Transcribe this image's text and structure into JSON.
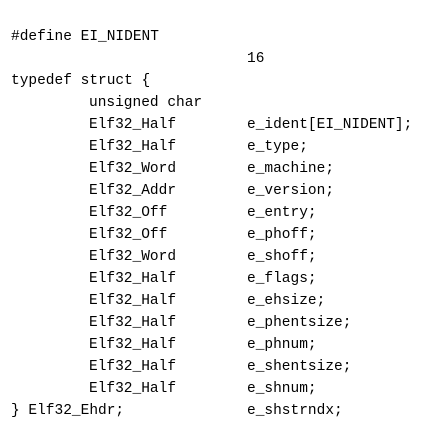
{
  "define_line": {
    "directive": "#define EI_NIDENT",
    "value": "16"
  },
  "struct_open": "typedef struct {",
  "fields": [
    {
      "type": "unsigned char",
      "name": "e_ident[EI_NIDENT];"
    },
    {
      "type": "Elf32_Half",
      "name": "e_type;"
    },
    {
      "type": "Elf32_Half",
      "name": "e_machine;"
    },
    {
      "type": "Elf32_Word",
      "name": "e_version;"
    },
    {
      "type": "Elf32_Addr",
      "name": "e_entry;"
    },
    {
      "type": "Elf32_Off",
      "name": "e_phoff;"
    },
    {
      "type": "Elf32_Off",
      "name": "e_shoff;"
    },
    {
      "type": "Elf32_Word",
      "name": "e_flags;"
    },
    {
      "type": "Elf32_Half",
      "name": "e_ehsize;"
    },
    {
      "type": "Elf32_Half",
      "name": "e_phentsize;"
    },
    {
      "type": "Elf32_Half",
      "name": "e_phnum;"
    },
    {
      "type": "Elf32_Half",
      "name": "e_shentsize;"
    },
    {
      "type": "Elf32_Half",
      "name": "e_shnum;"
    },
    {
      "type": "Elf32_Half",
      "name": "e_shstrndx;"
    }
  ],
  "struct_close": "} Elf32_Ehdr;"
}
